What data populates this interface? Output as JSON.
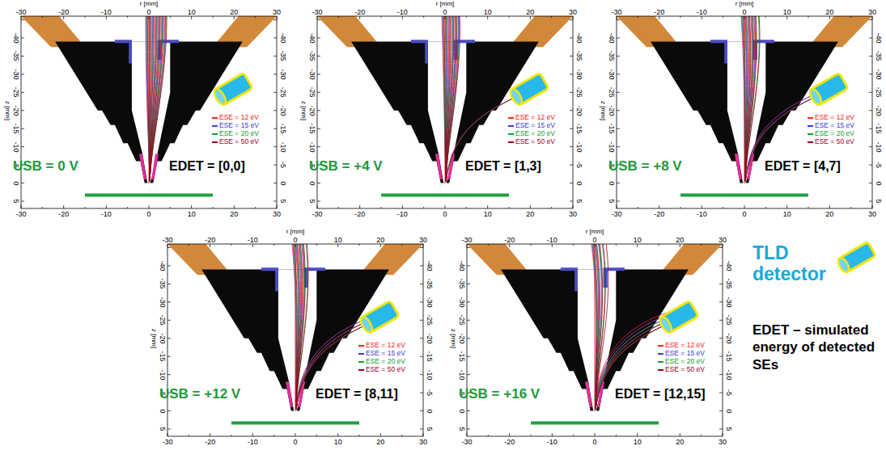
{
  "diagram": {
    "labels": [
      "r [mm]",
      "-30",
      "-20",
      "-10",
      "0",
      "10",
      "20",
      "30",
      "-30",
      "-20",
      "-10",
      "0",
      "10",
      "20",
      "30",
      "z [mm]",
      "-40",
      "-35",
      "-30",
      "-25",
      "-20",
      "-15",
      "-10",
      "-5",
      "0",
      "5",
      "-40",
      "-35",
      "-30",
      "-25",
      "-20",
      "-15",
      "-10",
      "-5",
      "0",
      "5",
      "USB = 0 V",
      "EDET = [0,0]",
      "r [mm]",
      "-30",
      "-20",
      "-10",
      "0",
      "10",
      "20",
      "30",
      "-30",
      "-20",
      "-10",
      "0",
      "10",
      "20",
      "30",
      "z [mm]",
      "-40",
      "-35",
      "-30",
      "-25",
      "-20",
      "-15",
      "-10",
      "-5",
      "0",
      "5",
      "-40",
      "-35",
      "-30",
      "-25",
      "-20",
      "-15",
      "-10",
      "-5",
      "0",
      "5",
      "USB = +4 V",
      "EDET = [1,3]",
      "r [mm]",
      "-30",
      "-20",
      "-10",
      "0",
      "10",
      "20",
      "30",
      "-30",
      "-20",
      "-10",
      "0",
      "10",
      "20",
      "30",
      "z [mm]",
      "-40",
      "-35",
      "-30",
      "-25",
      "-20",
      "-15",
      "-10",
      "-5",
      "0",
      "5",
      "-40",
      "-35",
      "-30",
      "-25",
      "-20",
      "-15",
      "-10",
      "-5",
      "0",
      "5",
      "USB = +8 V",
      "EDET = [4,7]",
      "r [mm]",
      "-30",
      "-20",
      "-10",
      "0",
      "10",
      "20",
      "30",
      "-30",
      "-20",
      "-10",
      "0",
      "10",
      "20",
      "30",
      "z [mm]",
      "-40",
      "-35",
      "-30",
      "-25",
      "-20",
      "-15",
      "-10",
      "-5",
      "0",
      "5",
      "-40",
      "-35",
      "-30",
      "-25",
      "-20",
      "-15",
      "-10",
      "-5",
      "0",
      "5",
      "USB = +12 V",
      "EDET = [8,11]",
      "r [mm]",
      "-30",
      "-20",
      "-10",
      "0",
      "10",
      "20",
      "30",
      "-30",
      "-20",
      "-10",
      "0",
      "10",
      "20",
      "30",
      "z [mm]",
      "-40",
      "-35",
      "-30",
      "-25",
      "-20",
      "-15",
      "-10",
      "-5",
      "0",
      "5",
      "-40",
      "-35",
      "-30",
      "-25",
      "-20",
      "-15",
      "-10",
      "-5",
      "0",
      "5",
      "USB = +16 V",
      "EDET = [12,15]",
      "EDET – simulated energy of detected SEs"
    ],
    "legend": [
      {
        "text": "ESE = 12 eV",
        "color": "#ff2020"
      },
      {
        "text": "ESE = 15 eV",
        "color": "#3a3adb"
      },
      {
        "text": "ESE = 20 eV",
        "color": "#10a030"
      },
      {
        "text": "ESE = 50 eV",
        "color": "#a0001e"
      },
      {
        "text": "ESE = 12 eV",
        "color": "#ff2020"
      },
      {
        "text": "ESE = 15 eV",
        "color": "#3a3adb"
      },
      {
        "text": "ESE = 20 eV",
        "color": "#10a030"
      },
      {
        "text": "ESE = 50 eV",
        "color": "#a0001e"
      },
      {
        "text": "ESE = 12 eV",
        "color": "#ff2020"
      },
      {
        "text": "ESE = 15 eV",
        "color": "#3a3adb"
      },
      {
        "text": "ESE = 20 eV",
        "color": "#10a030"
      },
      {
        "text": "ESE = 50 eV",
        "color": "#a0001e"
      },
      {
        "text": "ESE = 12 eV",
        "color": "#ff2020"
      },
      {
        "text": "ESE = 15 eV",
        "color": "#3a3adb"
      },
      {
        "text": "ESE = 20 eV",
        "color": "#10a030"
      },
      {
        "text": "ESE = 50 eV",
        "color": "#a0001e"
      },
      {
        "text": "ESE = 12 eV",
        "color": "#ff2020"
      },
      {
        "text": "ESE = 15 eV",
        "color": "#3a3adb"
      },
      {
        "text": "ESE = 20 eV",
        "color": "#10a030"
      },
      {
        "text": "ESE = 50 eV",
        "color": "#a0001e"
      },
      {
        "text": "TLD detector"
      }
    ]
  }
}
